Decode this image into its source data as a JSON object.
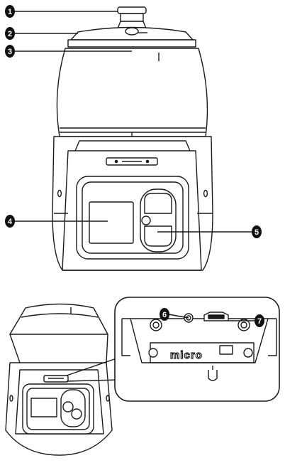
{
  "callouts": [
    {
      "id": "1",
      "label": "1"
    },
    {
      "id": "2",
      "label": "2"
    },
    {
      "id": "3",
      "label": "3"
    },
    {
      "id": "4",
      "label": "4"
    },
    {
      "id": "5",
      "label": "5"
    },
    {
      "id": "6",
      "label": "6"
    },
    {
      "id": "7",
      "label": "7"
    }
  ],
  "inset": {
    "slot_label": "micro"
  },
  "colors": {
    "callout_fill": "#111111",
    "line": "#1a1a1a",
    "body_fill": "#ffffff"
  }
}
